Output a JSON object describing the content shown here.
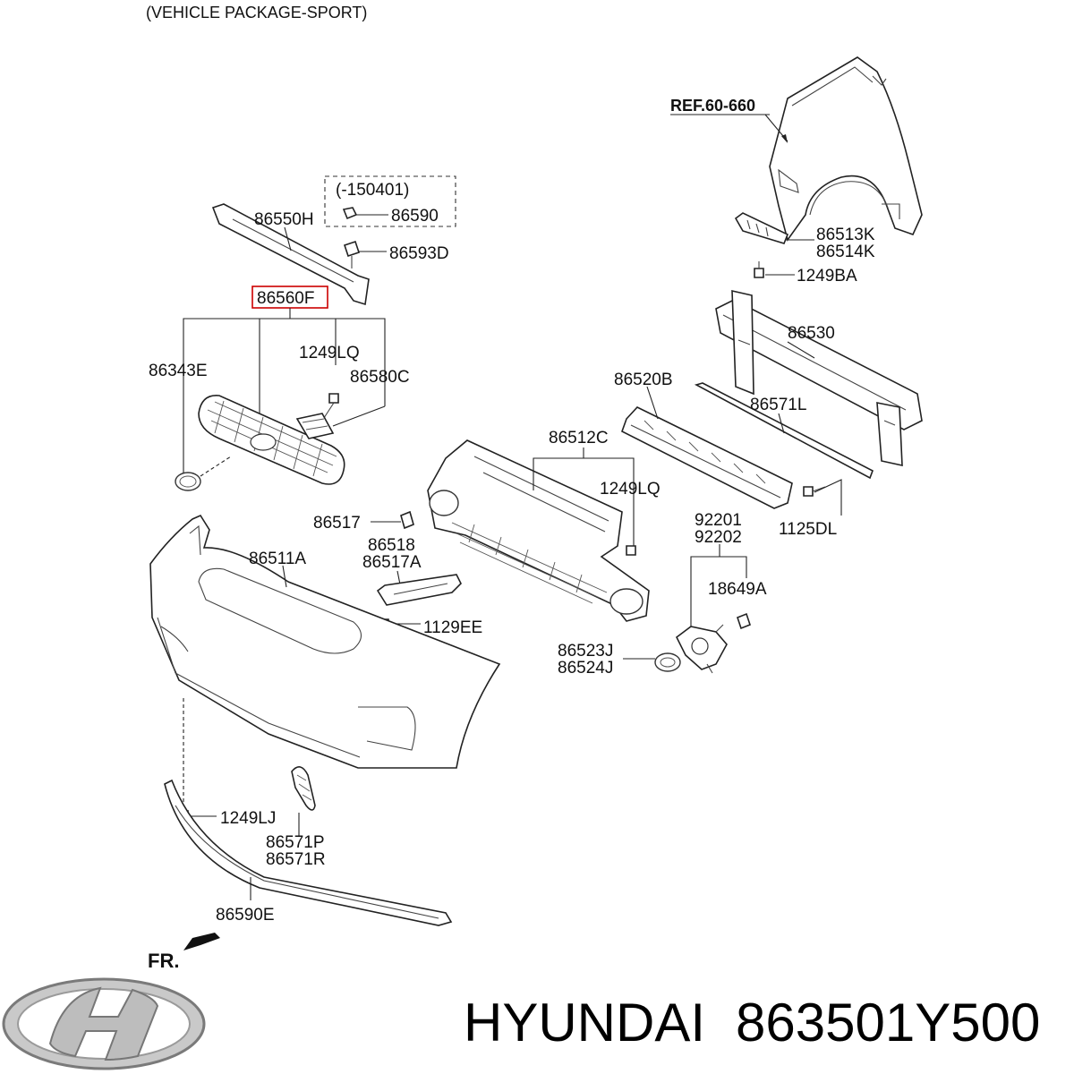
{
  "header": {
    "package_note": "(VEHICLE PACKAGE-SPORT)"
  },
  "reference": "REF.60-660",
  "date_box": {
    "range": "(-150401)",
    "part": "86590"
  },
  "highlight": {
    "part": "86560F",
    "color": "#cc0000"
  },
  "labels": {
    "p86550H": "86550H",
    "p86593D": "86593D",
    "p86513K": "86513K",
    "p86514K": "86514K",
    "p1249BA": "1249BA",
    "p86530": "86530",
    "p1249LQ_a": "1249LQ",
    "p86343E": "86343E",
    "p86580C": "86580C",
    "p86520B": "86520B",
    "p86571L": "86571L",
    "p86512C": "86512C",
    "p1249LQ_b": "1249LQ",
    "p86517": "86517",
    "p86518": "86518",
    "p86517A": "86517A",
    "p86511A": "86511A",
    "p1129EE": "1129EE",
    "p1125DL": "1125DL",
    "p92201": "92201",
    "p92202": "92202",
    "p18649A": "18649A",
    "p86523J": "86523J",
    "p86524J": "86524J",
    "p1249LJ": "1249LJ",
    "p86571P": "86571P",
    "p86571R": "86571R",
    "p86590E": "86590E"
  },
  "direction": "FR.",
  "footer": {
    "brand": "HYUNDAI",
    "part_number": "863501Y500"
  }
}
